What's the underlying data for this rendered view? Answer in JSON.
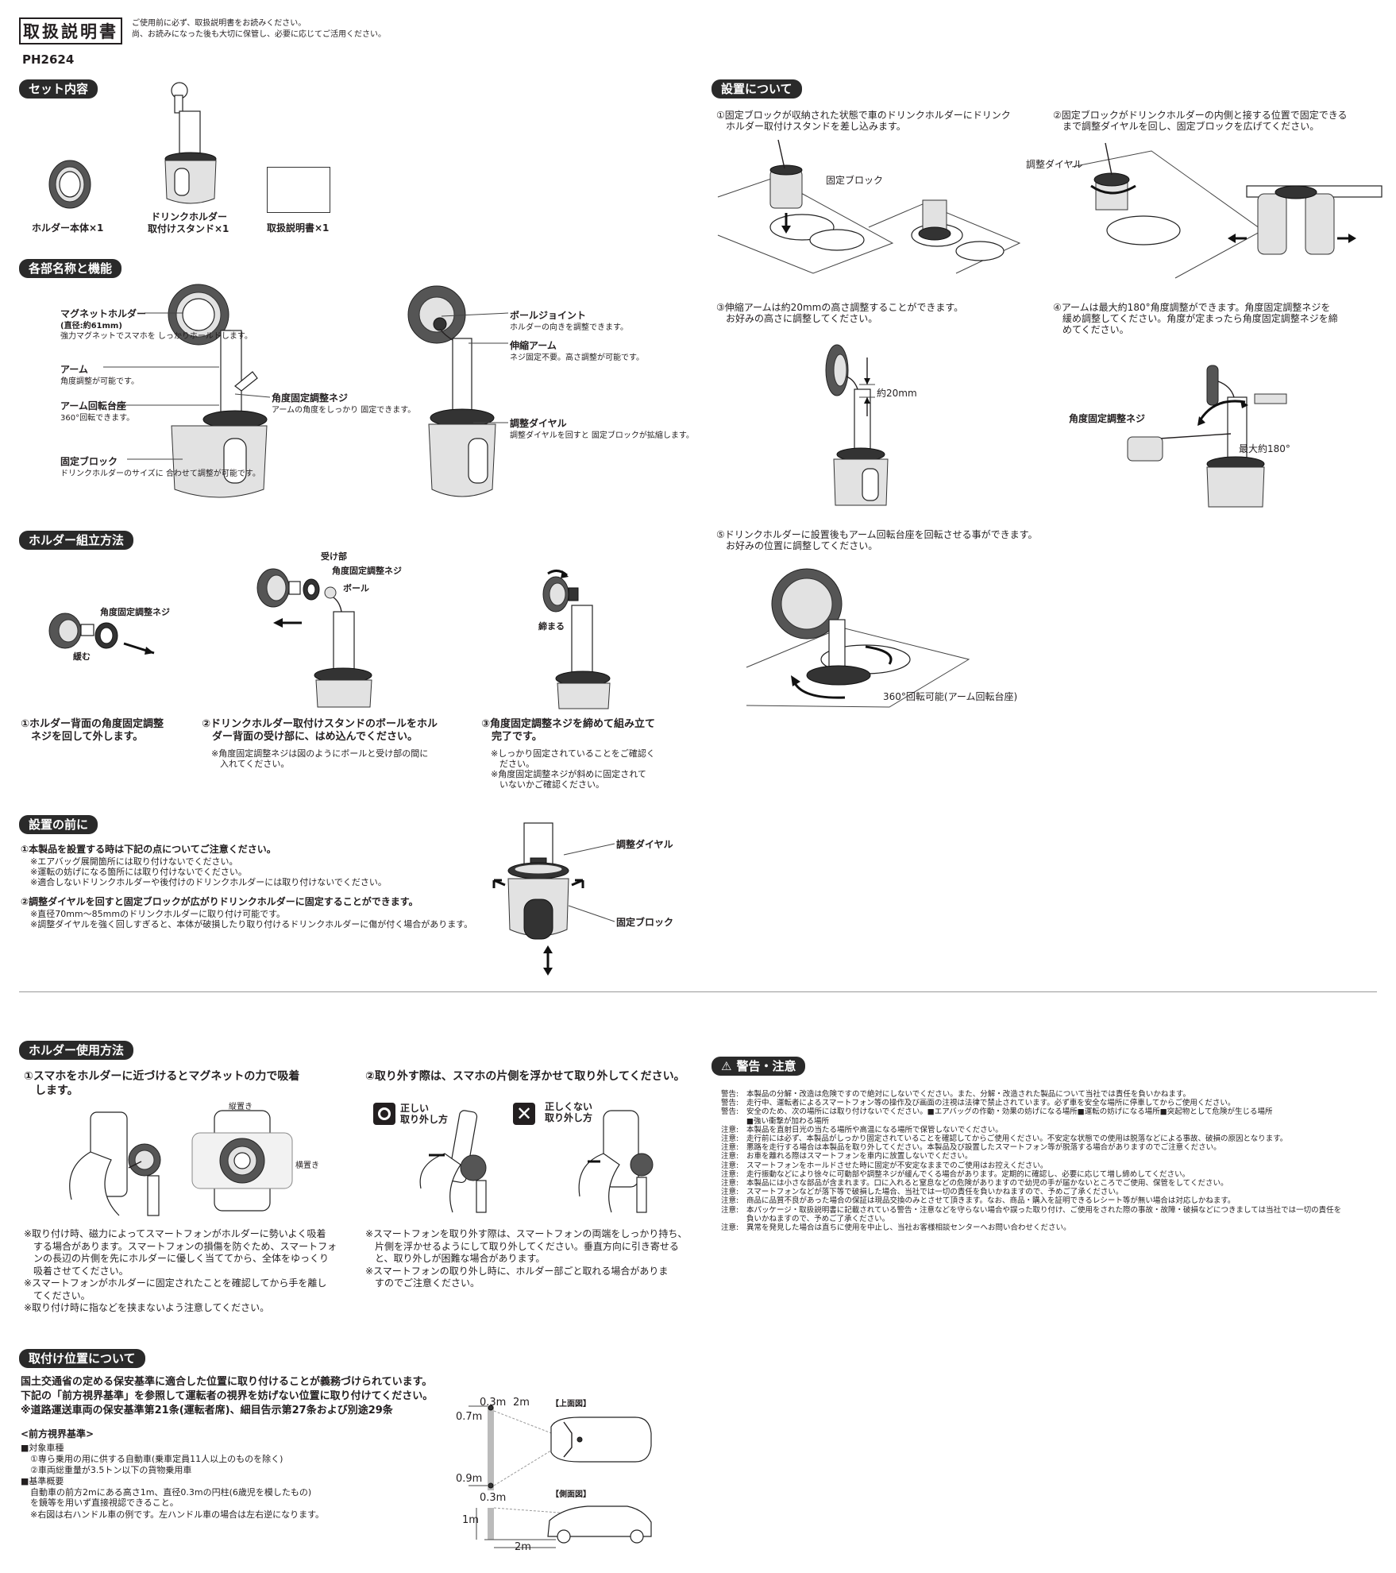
{
  "header": {
    "title": "取扱説明書",
    "note1": "ご使用前に必ず、取扱説明書をお読みください。",
    "note2": "尚、お読みになった後も大切に保管し、必要に応じてご活用ください。",
    "model": "PH2624"
  },
  "set": {
    "title": "セット内容",
    "item1": "ホルダー本体×1",
    "item2a": "ドリンクホルダー",
    "item2b": "取付けスタンド×1",
    "item3": "取扱説明書×1"
  },
  "parts": {
    "title": "各部名称と機能",
    "magnet_label": "マグネットホルダー",
    "magnet_size": "(直径:約61mm)",
    "magnet_desc": "強力マグネットでスマホを\nしっかりホールドします。",
    "arm_label": "アーム",
    "arm_desc": "角度調整が可能です。",
    "rot_label": "アーム回転台座",
    "rot_desc": "360°回転できます。",
    "block_label": "固定ブロック",
    "block_desc": "ドリンクホルダーのサイズに\n合わせて調整が可能です。",
    "angle_label": "角度固定調整ネジ",
    "angle_desc": "アームの角度をしっかり\n固定できます。",
    "ball_label": "ボールジョイント",
    "ball_desc": "ホルダーの向きを調整できます。",
    "ext_label": "伸縮アーム",
    "ext_desc": "ネジ固定不要。高さ調整が可能です。",
    "dial_label": "調整ダイヤル",
    "dial_desc": "調整ダイヤルを回すと\n固定ブロックが拡縮します。"
  },
  "assembly": {
    "title": "ホルダー組立方法",
    "l_screw": "角度固定調整ネジ",
    "l_loosen": "緩む",
    "l_recv": "受け部",
    "l_screw2": "角度固定調整ネジ",
    "l_ball": "ボール",
    "l_tight": "締まる",
    "step1": "①ホルダー背面の角度固定調整\n　ネジを回して外します。",
    "step2": "②ドリンクホルダー取付けスタンドのボールをホル\n　ダー背面の受け部に、はめ込んでください。",
    "step2_note": "※角度固定調整ネジは図のようにボールと受け部の間に\n　入れてください。",
    "step3": "③角度固定調整ネジを締めて組み立て\n　完了です。",
    "step3_note": "※しっかり固定されていることをご確認く\n　ださい。\n※角度固定調整ネジが斜めに固定されて\n　いないかご確認ください。"
  },
  "before": {
    "title": "設置の前に",
    "p1": "①本製品を設置する時は下記の点についてご注意ください。",
    "p1_notes": "※エアバッグ展開箇所には取り付けないでください。\n※運転の妨げになる箇所には取り付けないでください。\n※適合しないドリンクホルダーや後付けのドリンクホルダーには取り付けないでください。",
    "p2": "②調整ダイヤルを回すと固定ブロックが広がりドリンクホルダーに固定することができます。",
    "p2_notes": "※直径70mm～85mmのドリンクホルダーに取り付け可能です。\n※調整ダイヤルを強く回しすぎると、本体が破損したり取り付けるドリンクホルダーに傷が付く場合があります。",
    "l_dial": "調整ダイヤル",
    "l_block": "固定ブロック"
  },
  "install": {
    "title": "設置について",
    "s1": "①固定ブロックが収納された状態で車のドリンクホルダーにドリンク\n　ホルダー取付けスタンドを差し込みます。",
    "s1_label": "固定ブロック",
    "s2": "②固定ブロックがドリンクホルダーの内側と接する位置で固定できる\n　まで調整ダイヤルを回し、固定ブロックを広げてください。",
    "s2_label": "調整ダイヤル",
    "s3": "③伸縮アームは約20mmの高さ調整することができます。\n　お好みの高さに調整してください。",
    "s3_label": "約20mm",
    "s4": "④アームは最大約180°角度調整ができます。角度固定調整ネジを\n　緩め調整してください。角度が定まったら角度固定調整ネジを締\n　めてください。",
    "s4_label1": "角度固定調整ネジ",
    "s4_label2": "最大約180°",
    "s5": "⑤ドリンクホルダーに設置後もアーム回転台座を回転させる事ができます。\n　お好みの位置に調整してください。",
    "s5_label": "360°回転可能(アーム回転台座)"
  },
  "usage": {
    "title": "ホルダー使用方法",
    "s1": "①スマホをホルダーに近づけるとマグネットの力で吸着\n　します。",
    "l_tate": "縦置き",
    "l_yoko": "横置き",
    "s1_notes": "※取り付け時、磁力によってスマートフォンがホルダーに勢いよく吸着\n　する場合があります。スマートフォンの損傷を防ぐため、スマートフォ\n　ンの長辺の片側を先にホルダーに優しく当ててから、全体をゆっくり\n　吸着させてください。\n※スマートフォンがホルダーに固定されたことを確認してから手を離し\n　てください。\n※取り付け時に指などを挟まないよう注意してください。",
    "s2": "②取り外す際は、スマホの片側を浮かせて取り外してください。",
    "ok": "正しい\n取り外し方",
    "ng": "正しくない\n取り外し方",
    "s2_notes": "※スマートフォンを取り外す際は、スマートフォンの両端をしっかり持ち、\n　片側を浮かせるようにして取り外してください。垂直方向に引き寄せる\n　と、取り外しが困難な場合があります。\n※スマートフォンの取り外し時に、ホルダー部ごと取れる場合がありま\n　すのでご注意ください。"
  },
  "warning": {
    "title": "警告・注意",
    "items": [
      {
        "label": "警告:",
        "text": "本製品の分解・改造は危険ですので絶対にしないでください。また、分解・改造された製品について当社では責任を負いかねます。"
      },
      {
        "label": "警告:",
        "text": "走行中、運転者によるスマートフォン等の操作及び画面の注視は法律で禁止されています。必ず車を安全な場所に停車してからご使用ください。"
      },
      {
        "label": "警告:",
        "text": "安全のため、次の場所には取り付けないでください。■エアバッグの作動・効果の妨げになる場所■運転の妨げになる場所■突起物として危険が生じる場所\n■強い衝撃が加わる場所"
      },
      {
        "label": "注意:",
        "text": "本製品を直射日光の当たる場所や高温になる場所で保管しないでください。"
      },
      {
        "label": "注意:",
        "text": "走行前には必ず、本製品がしっかり固定されていることを確認してからご使用ください。不安定な状態での使用は脱落などによる事故、破損の原因となります。"
      },
      {
        "label": "注意:",
        "text": "悪路を走行する場合は本製品を取り外してください。本製品及び設置したスマートフォン等が脱落する場合がありますのでご注意ください。"
      },
      {
        "label": "注意:",
        "text": "お車を離れる際はスマートフォンを車内に放置しないでください。"
      },
      {
        "label": "注意:",
        "text": "スマートフォンをホールドさせた時に固定が不安定なままでのご使用はお控えください。"
      },
      {
        "label": "注意:",
        "text": "走行振動などにより徐々に可動部や調整ネジが緩んでくる場合があります。定期的に確認し、必要に応じて増し締めしてください。"
      },
      {
        "label": "注意:",
        "text": "本製品には小さな部品が含まれます。口に入れると窒息などの危険がありますので幼児の手が届かないところでご使用、保管をしてください。"
      },
      {
        "label": "注意:",
        "text": "スマートフォンなどが落下等で破損した場合、当社では一切の責任を負いかねますので、予めご了承ください。"
      },
      {
        "label": "注意:",
        "text": "商品に品質不良があった場合の保証は現品交換のみとさせて頂きます。なお、商品・購入を証明できるレシート等が無い場合は対応しかねます。"
      },
      {
        "label": "注意:",
        "text": "本パッケージ・取扱説明書に記載されている警告・注意などを守らない場合や誤った取り付け、ご使用をされた際の事故・故障・破損などにつきましては当社では一切の責任を\n負いかねますので、予めご了承ください。"
      },
      {
        "label": "注意:",
        "text": "異常を発見した場合は直ちに使用を中止し、当社お客様相談センターへお問い合わせください。"
      }
    ]
  },
  "position": {
    "title": "取付け位置について",
    "line1": "国土交通省の定める保安基準に適合した位置に取り付けることが義務づけられています。",
    "line2": "下記の「前方視界基準」を参照して運転者の視界を妨げない位置に取り付けてください。",
    "line3": "※道路運送車両の保安基準第21条(運転者席)、細目告示第27条および別途29条",
    "std_title": "<前方視界基準>",
    "target": "■対象車種",
    "target1": "①専ら乗用の用に供する自動車(乗車定員11人以上のものを除く)",
    "target2": "②車両総重量が3.5トン以下の貨物乗用車",
    "summary": "■基準概要",
    "summary1": "自動車の前方2mにある高さ1m、直径0.3mの円柱(6歳児を模したもの)\nを鏡等を用いず直接視認できること。",
    "summary2": "※右図は右ハンドル車の例です。左ハンドル車の場合は左右逆になります。",
    "d_03": "0.3m",
    "d_2m": "2m",
    "d_top": "【上面図】",
    "d_07": "0.7m",
    "d_09": "0.9m",
    "d_03b": "0.3m",
    "d_side": "【側面図】",
    "d_1m": "1m",
    "d_2mb": "2m"
  }
}
